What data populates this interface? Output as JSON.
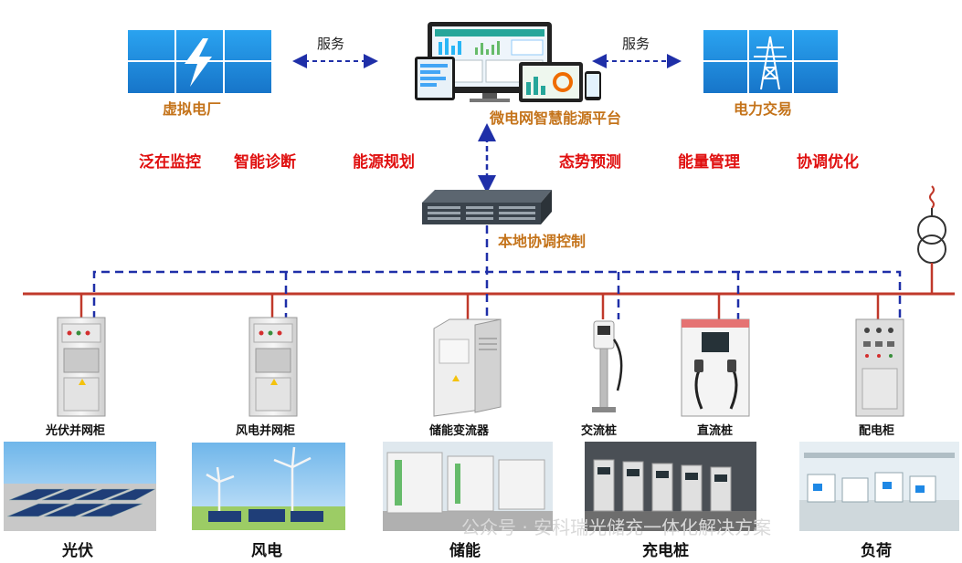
{
  "top": {
    "vpp_label": "虚拟电厂",
    "trade_label": "电力交易",
    "platform_label": "微电网智慧能源平台",
    "service_left": "服务",
    "service_right": "服务"
  },
  "functions": [
    "泛在监控",
    "智能诊断",
    "能源规划",
    "态势预测",
    "能量管理",
    "协调优化"
  ],
  "controller_label": "本地协调控制",
  "devices": [
    "光伏并网柜",
    "风电并网柜",
    "储能变流器",
    "交流桩",
    "直流桩",
    "配电柜"
  ],
  "sources": [
    "光伏",
    "风电",
    "储能",
    "充电桩",
    "负荷"
  ],
  "watermark": "公众号 · 安科瑞光储充一体化解决方案",
  "colors": {
    "bus_red": "#c0392b",
    "comm_blue": "#1f2fa8",
    "label_orange": "#c4731a",
    "function_red": "#e01010",
    "tile_blue": "#1e8fe0"
  }
}
